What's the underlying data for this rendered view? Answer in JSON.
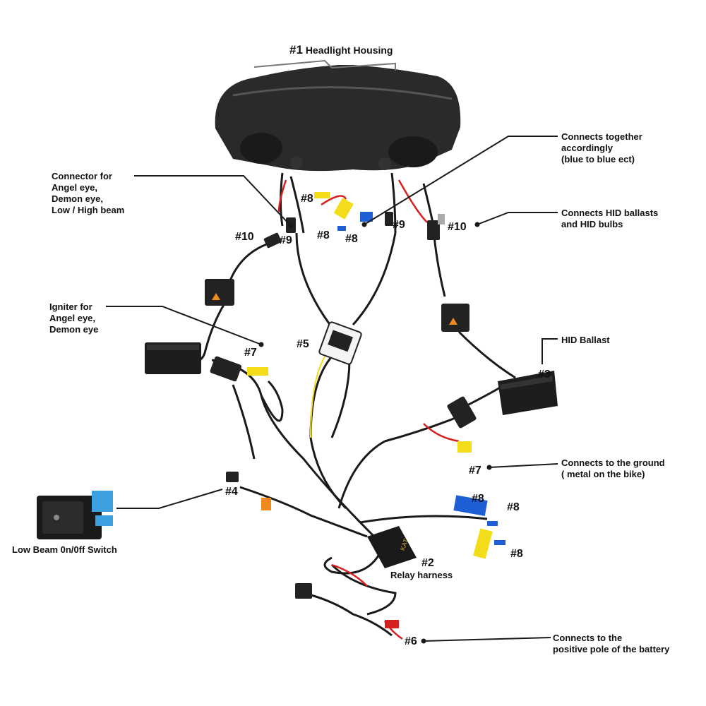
{
  "title": {
    "num": "#1",
    "text": "Headlight Housing"
  },
  "callouts": {
    "connects_together": "Connects together\naccordingly\n(blue to blue ect)",
    "connector_angel": "Connector for\nAngel eye,\nDemon eye,\nLow  / High beam",
    "connects_hid": "Connects HID ballasts\nand HID bulbs",
    "igniter": "Igniter for\nAngel eye,\nDemon eye",
    "hid_ballast": "HID Ballast",
    "ground": "Connects to the ground\n( metal on the bike)",
    "low_beam_switch": "Low Beam 0n/0ff Switch",
    "relay_harness": "Relay harness",
    "battery": "Connects to the\npositive pole of the battery"
  },
  "tags": {
    "t10_left": "#10",
    "t9_left": "#9",
    "t8_a": "#8",
    "t8_b": "#8",
    "t8_c": "#8",
    "t9_right": "#9",
    "t10_right": "#10",
    "t7_left": "#7",
    "t5": "#5",
    "t3": "#3",
    "t7_right": "#7",
    "t4": "#4",
    "t8_d": "#8",
    "t8_e": "#8",
    "t8_f": "#8",
    "t2": "#2",
    "t6": "#6"
  },
  "component_text": {
    "relay_brand": "KAT"
  },
  "colors": {
    "wire": "#1a1a1a",
    "red_wire": "#d62020",
    "yellow": "#f3dd1a",
    "blue": "#1f5fd6",
    "orange": "#f08a1a",
    "switch_blue": "#3aa0e0"
  }
}
